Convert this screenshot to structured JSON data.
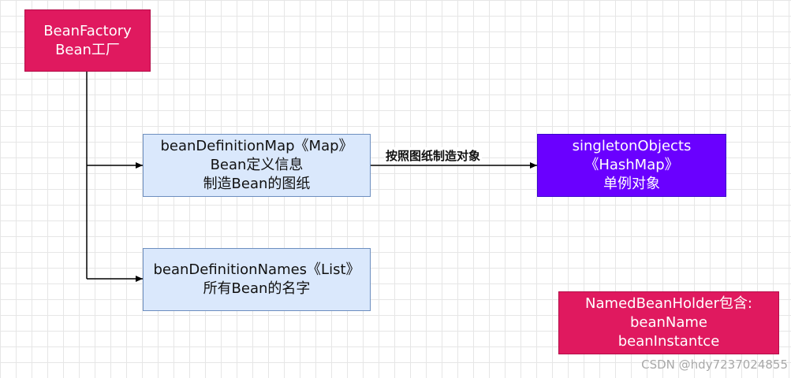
{
  "nodes": {
    "bean_factory": {
      "line1": "BeanFactory",
      "line2": "Bean工厂",
      "color": "#e0195f"
    },
    "bean_definition_map": {
      "line1": "beanDefinitionMap《Map》",
      "line2": "Bean定义信息",
      "line3": "制造Bean的图纸",
      "color": "#dae8fc"
    },
    "bean_definition_names": {
      "line1": "beanDefinitionNames《List》",
      "line2": "所有Bean的名字",
      "color": "#dae8fc"
    },
    "singleton_objects": {
      "line1": "singletonObjects",
      "line2": "《HashMap》",
      "line3": "单例对象",
      "color": "#6a00ff"
    },
    "named_bean_holder": {
      "line1": "NamedBeanHolder包含:",
      "line2": "beanName",
      "line3": "beanInstantce",
      "color": "#e0195f"
    }
  },
  "edges": {
    "map_to_singleton_label": "按照图纸制造对象"
  },
  "watermark": "CSDN @hdy7237024855"
}
